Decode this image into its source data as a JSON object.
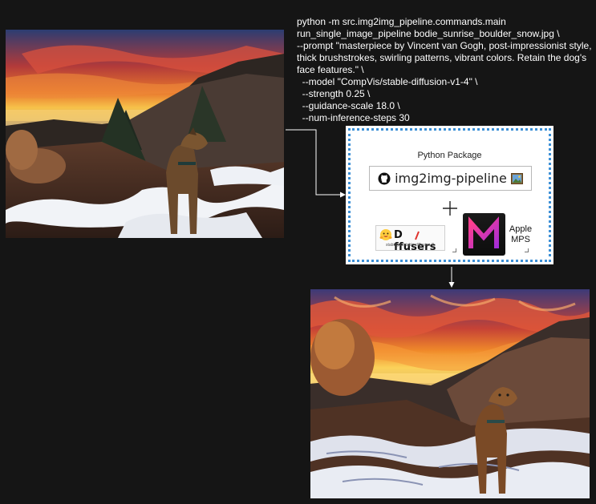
{
  "command": {
    "lines": [
      "python -m src.img2img_pipeline.commands.main",
      "run_single_image_pipeline bodie_sunrise_boulder_snow.jpg \\",
      "  --prompt \"masterpiece by Vincent van Gogh, post-impressionist style, thick brushstrokes, swirling patterns, vibrant colors. Retain the dog's face features.\" \\",
      "  --model \"CompVis/stable-diffusion-v1-4\" \\",
      "  --strength 0.25 \\",
      "  --guidance-scale 18.0 \\",
      "  --num-inference-steps 30"
    ]
  },
  "package": {
    "title": "Python Package",
    "name": "img2img-pipeline",
    "diffusers_label": "ffusers",
    "diffusers_prefix": "D",
    "diffusers_sub": "stabilityai/stable-diffusion-2",
    "mps_line1": "Apple",
    "mps_line2": "MPS"
  },
  "icons": {
    "repo": "github-icon",
    "image": "framed-picture-icon",
    "combine": "plus-icon",
    "library": "hugging-face-icon",
    "backend": "metal-icon"
  },
  "colors": {
    "background": "#151515",
    "text": "#ffffff",
    "box_border": "#3b8fd6",
    "arrow": "#ffffff",
    "mps_gradient_top": "#d9298f",
    "mps_gradient_bottom": "#5a1a8c"
  }
}
